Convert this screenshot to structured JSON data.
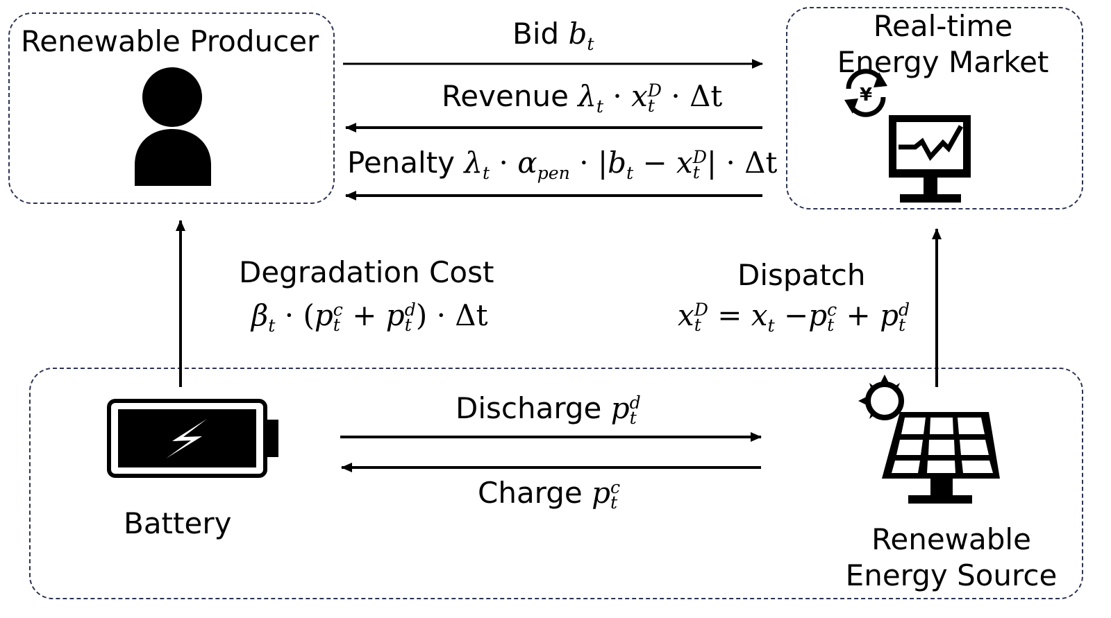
{
  "nodes": {
    "producer": "Renewable Producer",
    "market_line1": "Real-time",
    "market_line2": "Energy Market",
    "battery": "Battery",
    "source_line1": "Renewable",
    "source_line2": "Energy Source",
    "currency_symbol": "¥"
  },
  "edges": {
    "bid": {
      "word": "Bid",
      "sym": "b",
      "sub": "t"
    },
    "revenue": {
      "word": "Revenue",
      "lambda": "λ",
      "t": "t",
      "x": "x",
      "sup": "D",
      "dot": "·",
      "delta": "Δt"
    },
    "penalty": {
      "word": "Penalty",
      "lambda": "λ",
      "t": "t",
      "alpha": "α",
      "pen": "pen",
      "b": "b",
      "minus": "−",
      "x": "x",
      "sup": "D",
      "bar": "|",
      "dot": "·",
      "delta": "Δt"
    },
    "degradation": {
      "word": "Degradation Cost",
      "beta": "β",
      "t": "t",
      "p": "p",
      "c": "c",
      "d": "d",
      "plus": "+",
      "lp": "(",
      "rp": ")",
      "dot": "·",
      "delta": "Δt"
    },
    "dispatch": {
      "word": "Dispatch",
      "x": "x",
      "sup": "D",
      "t": "t",
      "eq": "=",
      "minus": "−",
      "plus": "+",
      "p": "p",
      "c": "c",
      "d": "d"
    },
    "discharge": {
      "word": "Discharge",
      "p": "p",
      "sup": "d",
      "t": "t"
    },
    "charge": {
      "word": "Charge",
      "p": "p",
      "sup": "c",
      "t": "t"
    }
  },
  "icons": {
    "producer": "person-icon",
    "market": "monitor-chart-icon",
    "currency": "currency-exchange-icon",
    "battery": "battery-charging-icon",
    "source": "solar-panel-icon"
  }
}
